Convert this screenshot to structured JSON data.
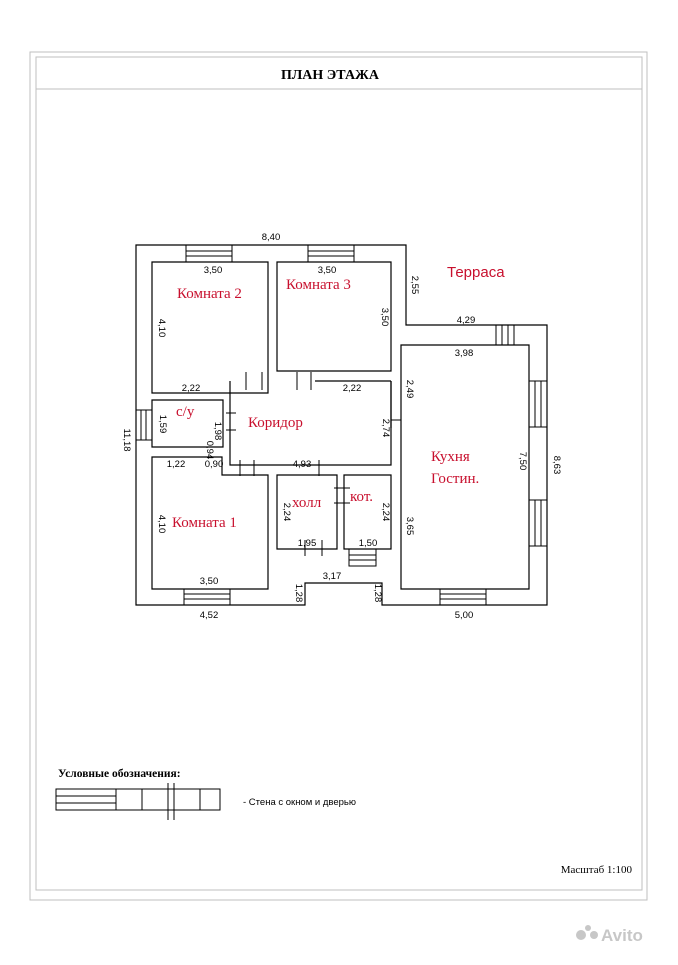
{
  "title": "ПЛАН ЭТАЖА",
  "rooms": {
    "room2": "Комната 2",
    "room3": "Комната 3",
    "terrace": "Терраса",
    "su": "с/у",
    "corridor": "Коридор",
    "kitchen_line1": "Кухня",
    "kitchen_line2": "Гостин.",
    "hall": "холл",
    "boiler": "кот.",
    "room1": "Комната 1"
  },
  "dimensions": {
    "top_total": "8,40",
    "room2_width": "3,50",
    "room3_width": "3,50",
    "room2_height": "4,10",
    "room3_height": "3,50",
    "room2_bottom": "2,22",
    "corridor_top": "2,22",
    "terrace_side": "2,55",
    "terrace_top": "4,29",
    "kitchen_top": "3,98",
    "kitchen_left_upper": "2,49",
    "corridor_right": "2,74",
    "kitchen_height": "7,50",
    "right_total": "8,63",
    "left_total": "11,18",
    "su_height": "1,59",
    "su_right": "1,98",
    "su_door": "0,94",
    "room1_top_left": "1,22",
    "room1_top_right": "0,90",
    "corridor_bottom": "4,93",
    "room1_height": "4,10",
    "room1_width": "3,50",
    "hall_height": "2,24",
    "boiler_height": "2,24",
    "hall_width": "1,95",
    "boiler_width": "1,50",
    "kitchen_left_lower": "3,65",
    "entrance_width": "3,17",
    "entrance_left": "1,28",
    "entrance_right": "1,28",
    "bottom_left": "4,52",
    "bottom_right": "5,00"
  },
  "legend": {
    "heading": "Условные обозначения:",
    "description": "- Стена с окном и дверью"
  },
  "scale": "Масштаб 1:100",
  "watermark": "Avito"
}
